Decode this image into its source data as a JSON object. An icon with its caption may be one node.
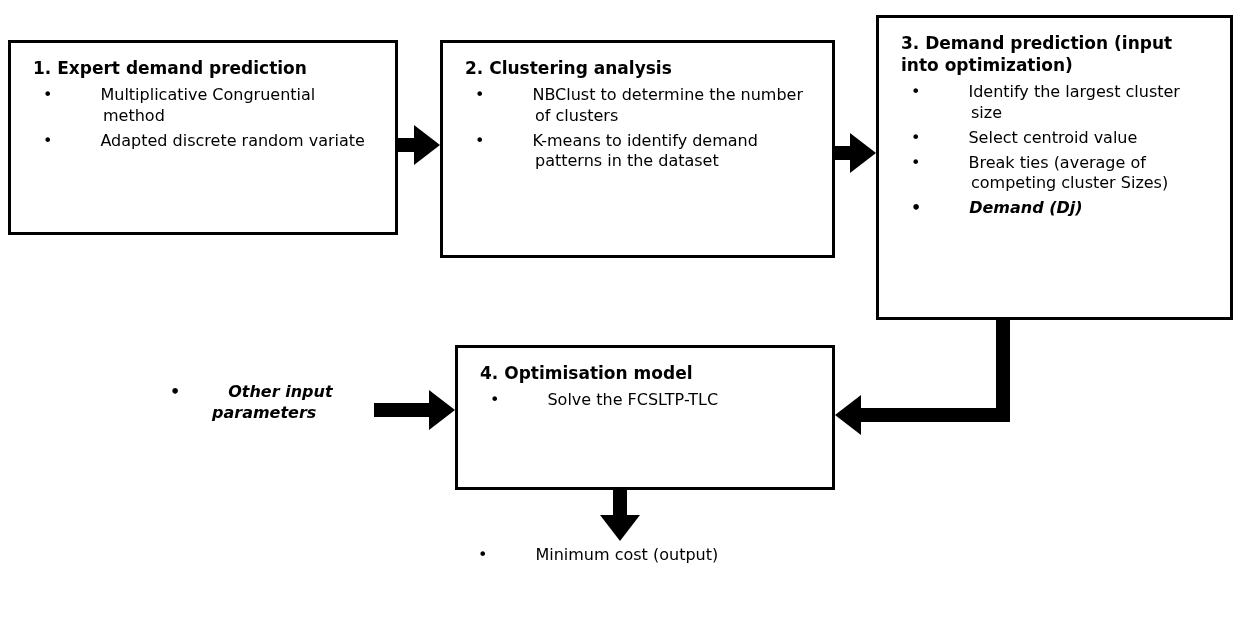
{
  "diagram": {
    "nodes": [
      {
        "text": [
          "1. Expert demand prediction",
          "• Multiplicative Congruential method",
          "• Adapted discrete random variate"
        ]
      },
      {
        "text": [
          "2. Clustering analysis",
          "• NBClust to determine the number of clusters",
          "• K-means to identify demand patterns in the dataset"
        ]
      },
      {
        "text": [
          "3. Demand prediction (input into optimization)",
          "• Identify the largest cluster size",
          "• Select centroid value",
          "• Break ties (average of competing cluster Sizes)",
          "• Demand (Dj)"
        ]
      },
      {
        "text": [
          "4. Optimisation model",
          "• Solve the FCSLTP-TLC"
        ]
      },
      {
        "text": [
          "• Other input parameters"
        ]
      },
      {
        "text": [
          "• Minimum cost (output)"
        ]
      }
    ],
    "edges": [
      {
        "from": 0,
        "to": 1,
        "arrow": "to"
      },
      {
        "from": 1,
        "to": 2,
        "arrow": "to"
      },
      {
        "from": 2,
        "to": 3,
        "arrow": "to"
      },
      {
        "from": 4,
        "to": 3,
        "arrow": "to"
      },
      {
        "from": 3,
        "to": 5,
        "arrow": "to"
      }
    ]
  }
}
